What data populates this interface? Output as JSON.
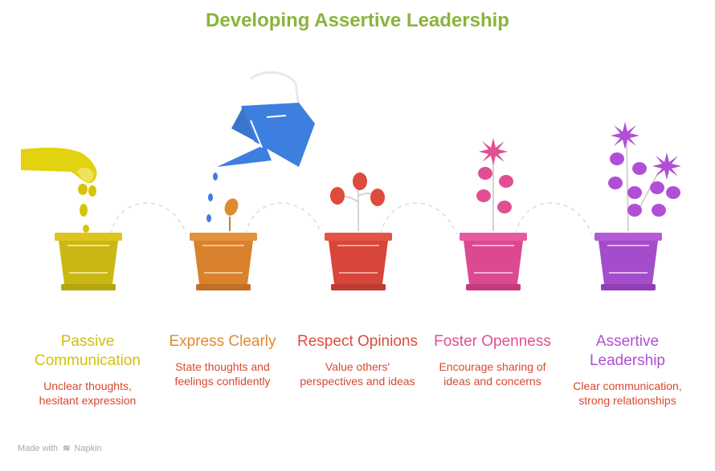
{
  "title": "Developing Assertive Leadership",
  "stages": [
    {
      "name": "Passive Communication",
      "description": "Unclear thoughts, hesitant expression",
      "color": "#d4c00e"
    },
    {
      "name": "Express Clearly",
      "description": "State thoughts and feelings confidently",
      "color": "#e08a32"
    },
    {
      "name": "Respect Opinions",
      "description": "Value others' perspectives and ideas",
      "color": "#de4b3c"
    },
    {
      "name": "Foster Openness",
      "description": "Encourage sharing of ideas and concerns",
      "color": "#e24e93"
    },
    {
      "name": "Assertive Leadership",
      "description": "Clear communication, strong relationships",
      "color": "#b04fd6"
    }
  ],
  "footer": {
    "prefix": "Made with",
    "brand": "Napkin"
  }
}
